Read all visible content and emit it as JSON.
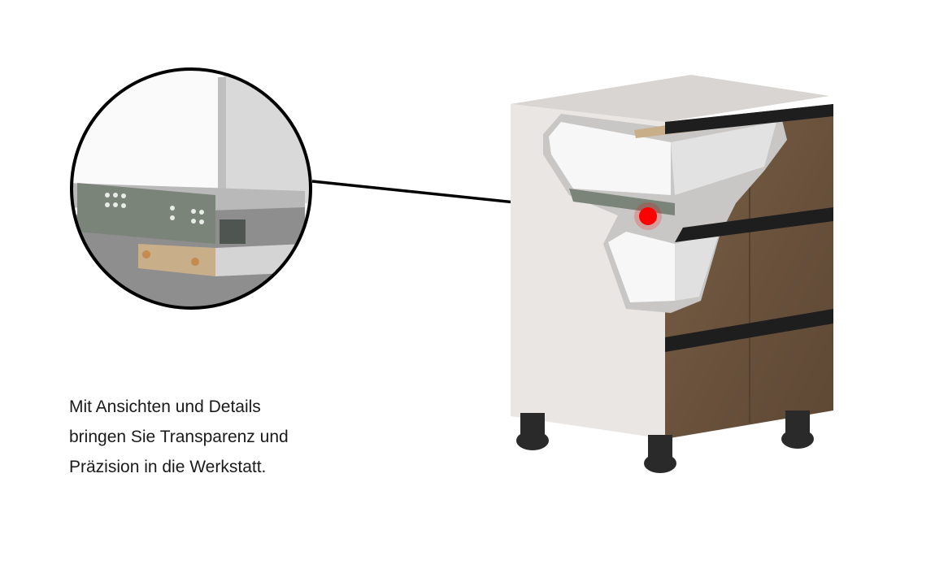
{
  "caption": {
    "lines": [
      "Mit Ansichten und Details",
      "bringen Sie Transparenz und",
      "Präzision in die Werkstatt."
    ]
  },
  "colors": {
    "highlight": "#ff0000",
    "wood": "#6e5640",
    "panel": "#e9e6e3",
    "rail": "#7b8478"
  }
}
